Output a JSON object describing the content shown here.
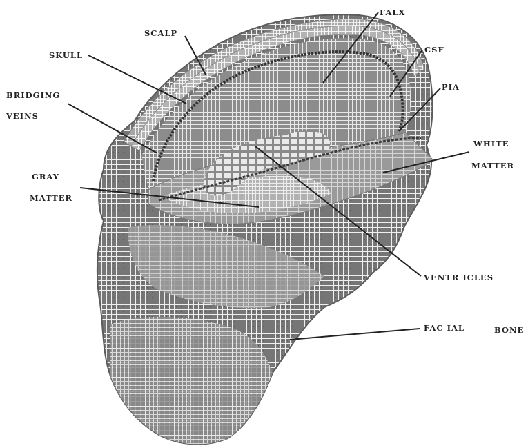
{
  "colors": {
    "background": "#ffffff",
    "mesh_dark": "#6e6e6e",
    "mesh_mid": "#8f8f8f",
    "mesh_light": "#bdbdbd",
    "mesh_lines": "#f2f2f2",
    "leader_lines": "#222222",
    "label_text": "#222222"
  },
  "labels": {
    "falx": "FALX",
    "scalp": "SCALP",
    "csf": "CSF",
    "skull": "SKULL",
    "pia": "PIA",
    "bridging_veins_line1": "BRIDGING",
    "bridging_veins_line2": "VEINS",
    "white_matter_line1": "WHITE",
    "white_matter_line2": "MATTER",
    "gray_matter_line1": "GRAY",
    "gray_matter_line2": "MATTER",
    "ventricles": "VENTR ICLES",
    "facial": "FAC IAL",
    "bone": "BONE"
  }
}
